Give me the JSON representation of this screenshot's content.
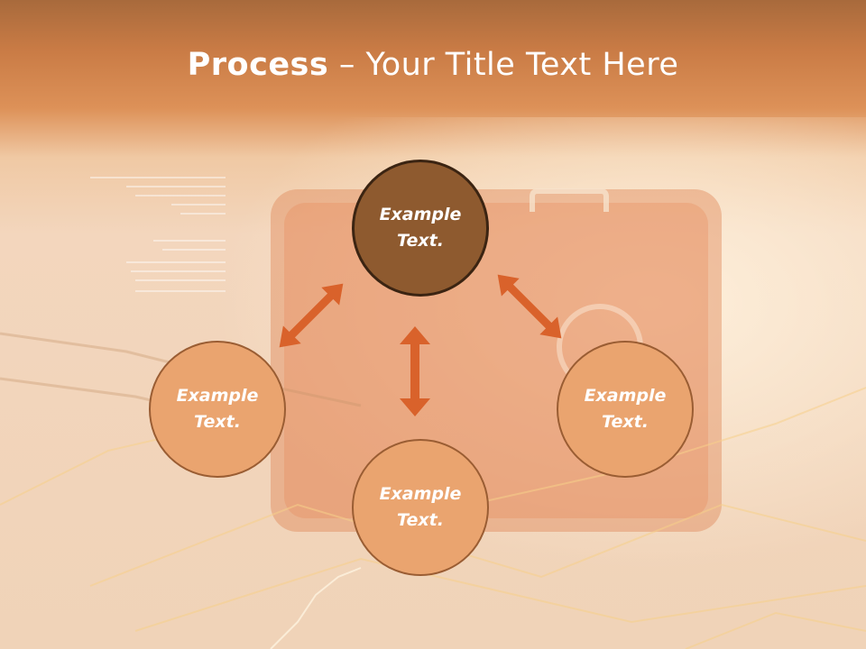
{
  "slide": {
    "title_bold": "Process",
    "title_rest": " – Your Title Text Here",
    "nodes": [
      {
        "text": "Example Text.",
        "role": "center"
      },
      {
        "text": "Example Text.",
        "role": "left"
      },
      {
        "text": "Example Text.",
        "role": "right"
      },
      {
        "text": "Example Text.",
        "role": "bottom"
      }
    ]
  },
  "colors": {
    "header": "#c97b45",
    "center_node": "#8e5a2f",
    "outer_node": "#eaa46f",
    "arrow": "#d9622b"
  }
}
